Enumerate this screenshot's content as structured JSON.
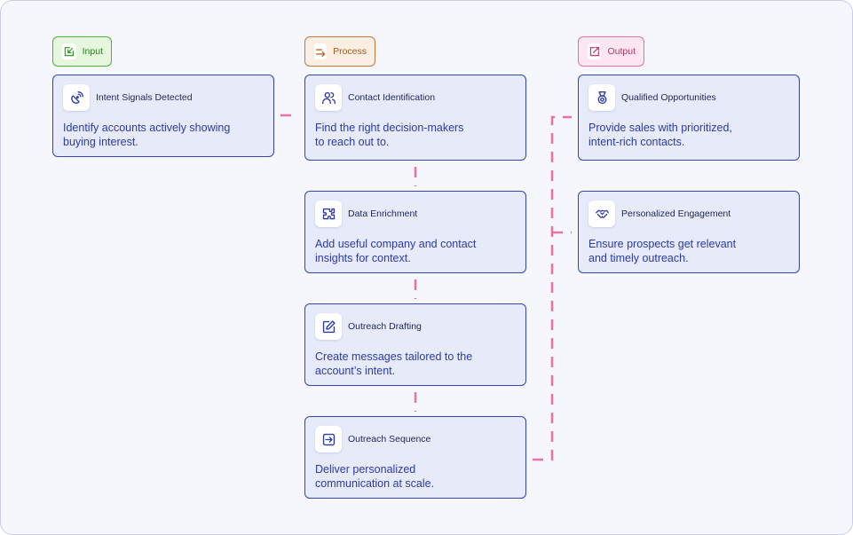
{
  "badges": {
    "input": "Input",
    "process": "Process",
    "output": "Output"
  },
  "cards": {
    "intent_signals": {
      "title": "Intent Signals Detected",
      "desc_line1": "Identify accounts actively showing",
      "desc_line2": "buying interest."
    },
    "contact_identification": {
      "title": "Contact Identification",
      "desc_line1": "Find the right decision-makers",
      "desc_line2": "to reach out to."
    },
    "data_enrichment": {
      "title": "Data Enrichment",
      "desc_line1": "Add useful company and contact",
      "desc_line2": "insights for context."
    },
    "outreach_drafting": {
      "title": "Outreach Drafting",
      "desc_line1": "Create messages tailored to the",
      "desc_line2": "account’s intent."
    },
    "outreach_sequence": {
      "title": "Outreach Sequence",
      "desc_line1": "Deliver personalized",
      "desc_line2": "communication at scale."
    },
    "qualified_opportunities": {
      "title": "Qualified Opportunities",
      "desc_line1": "Provide sales with prioritized,",
      "desc_line2": "intent-rich contacts."
    },
    "personalized_engagement": {
      "title": "Personalized Engagement",
      "desc_line1": "Ensure prospects get relevant",
      "desc_line2": "and timely outreach."
    }
  },
  "colors": {
    "card_border": "#3445b0",
    "card_fill": "#e7eaf8",
    "connector": "#ee6fa3",
    "input_accent": "#4bb23a",
    "process_accent": "#c7783c",
    "output_accent": "#e66f9e"
  },
  "icons": {
    "input": "arrow-in-box-icon",
    "process": "arrows-right-icon",
    "output": "arrow-out-box-icon",
    "intent_signals": "signal-icon",
    "contact_identification": "users-icon",
    "data_enrichment": "puzzle-icon",
    "outreach_drafting": "edit-icon",
    "outreach_sequence": "arrow-right-square-icon",
    "qualified_opportunities": "award-icon",
    "personalized_engagement": "handshake-icon"
  }
}
